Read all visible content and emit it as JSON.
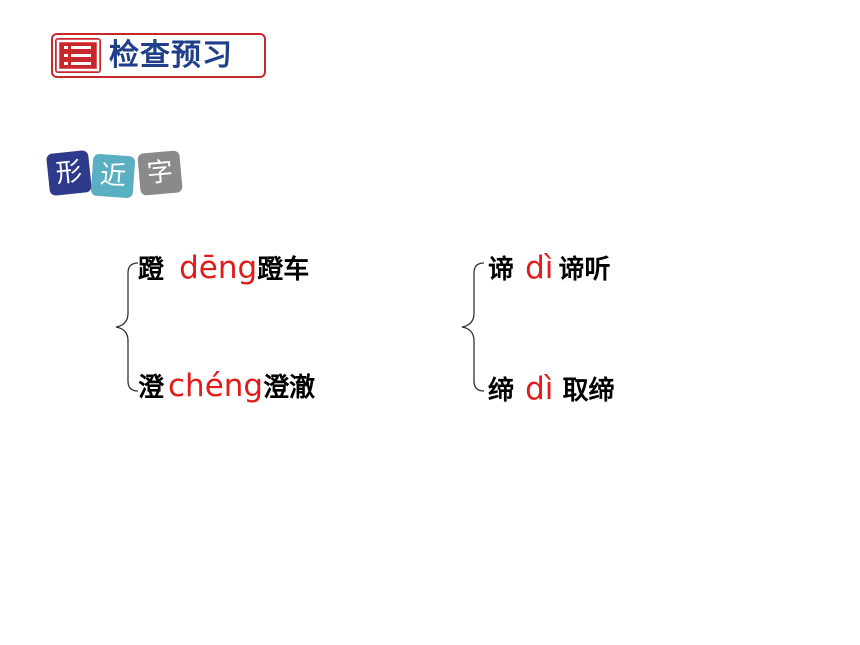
{
  "header": {
    "icon": "list-icon",
    "title": "检查预习"
  },
  "tags": [
    "形",
    "近",
    "字"
  ],
  "groups": [
    {
      "items": [
        {
          "char": "蹬",
          "pinyin": "dēng",
          "word": "蹬车"
        },
        {
          "char": "澄",
          "pinyin": "chéng",
          "word": "澄澈"
        }
      ]
    },
    {
      "items": [
        {
          "char": "谛",
          "pinyin": "dì",
          "word": "谛听"
        },
        {
          "char": "缔",
          "pinyin": "dì",
          "word": "取缔"
        }
      ]
    }
  ],
  "colors": {
    "header_border": "#c8282c",
    "header_text": "#1f3f8a",
    "pinyin": "#e31a1a"
  }
}
